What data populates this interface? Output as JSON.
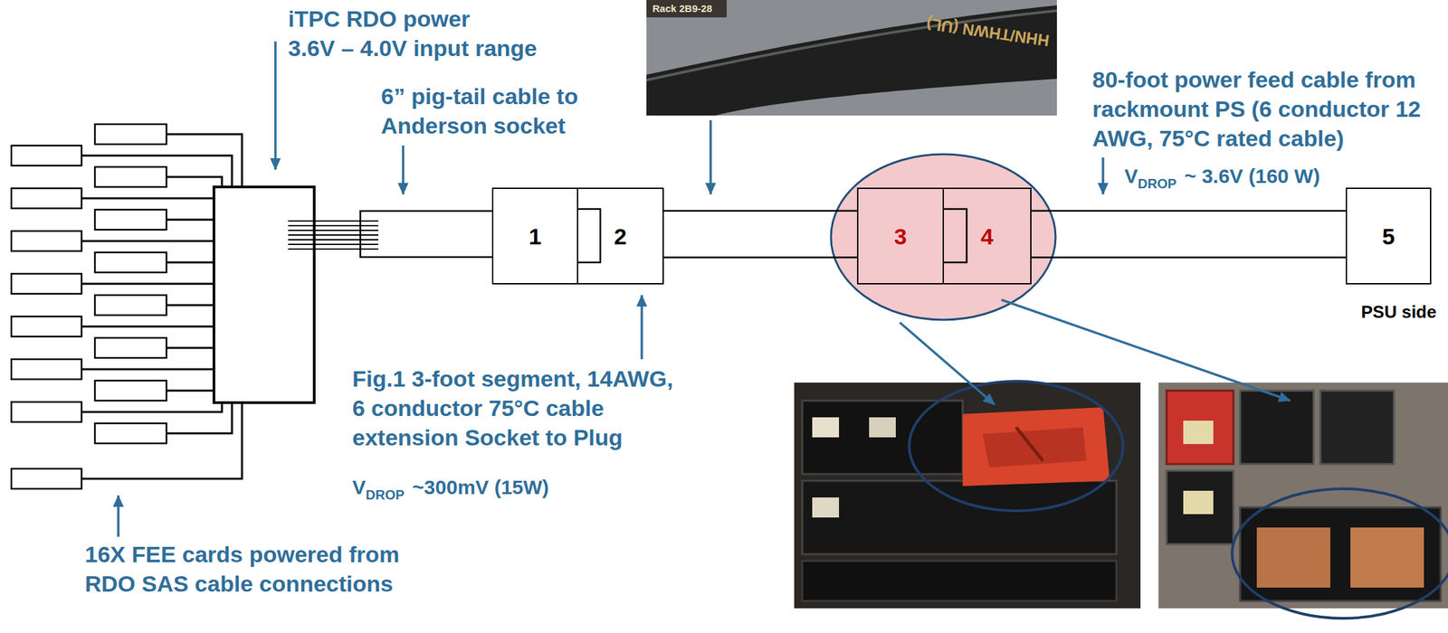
{
  "diagram": {
    "nodes": [
      {
        "text": [
          "1"
        ]
      },
      {
        "text": [
          "2"
        ]
      },
      {
        "text": [
          "3"
        ]
      },
      {
        "text": [
          "4"
        ]
      },
      {
        "text": [
          "5"
        ]
      }
    ],
    "edges": [
      {
        "from": 1,
        "to": 2,
        "arrow": "none"
      },
      {
        "from": 3,
        "to": 4,
        "arrow": "none"
      }
    ],
    "labels": [
      "iTPC RDO power",
      "3.6V – 4.0V input range",
      "6” pig-tail cable to Anderson socket",
      "Rack 2B9-28",
      "HHN/THWN (UL)",
      "80-foot power feed cable from rackmount PS (6 conductor 12 AWG, 75°C rated cable)",
      "V",
      "DROP",
      "~ 3.6V (160 W)",
      "PSU side",
      "Fig.1 3-foot segment, 14AWG, 6 conductor 75°C cable extension Socket to Plug",
      "V",
      "DROP",
      "~300mV (15W)",
      "16X FEE cards powered from RDO SAS cable connections"
    ]
  }
}
